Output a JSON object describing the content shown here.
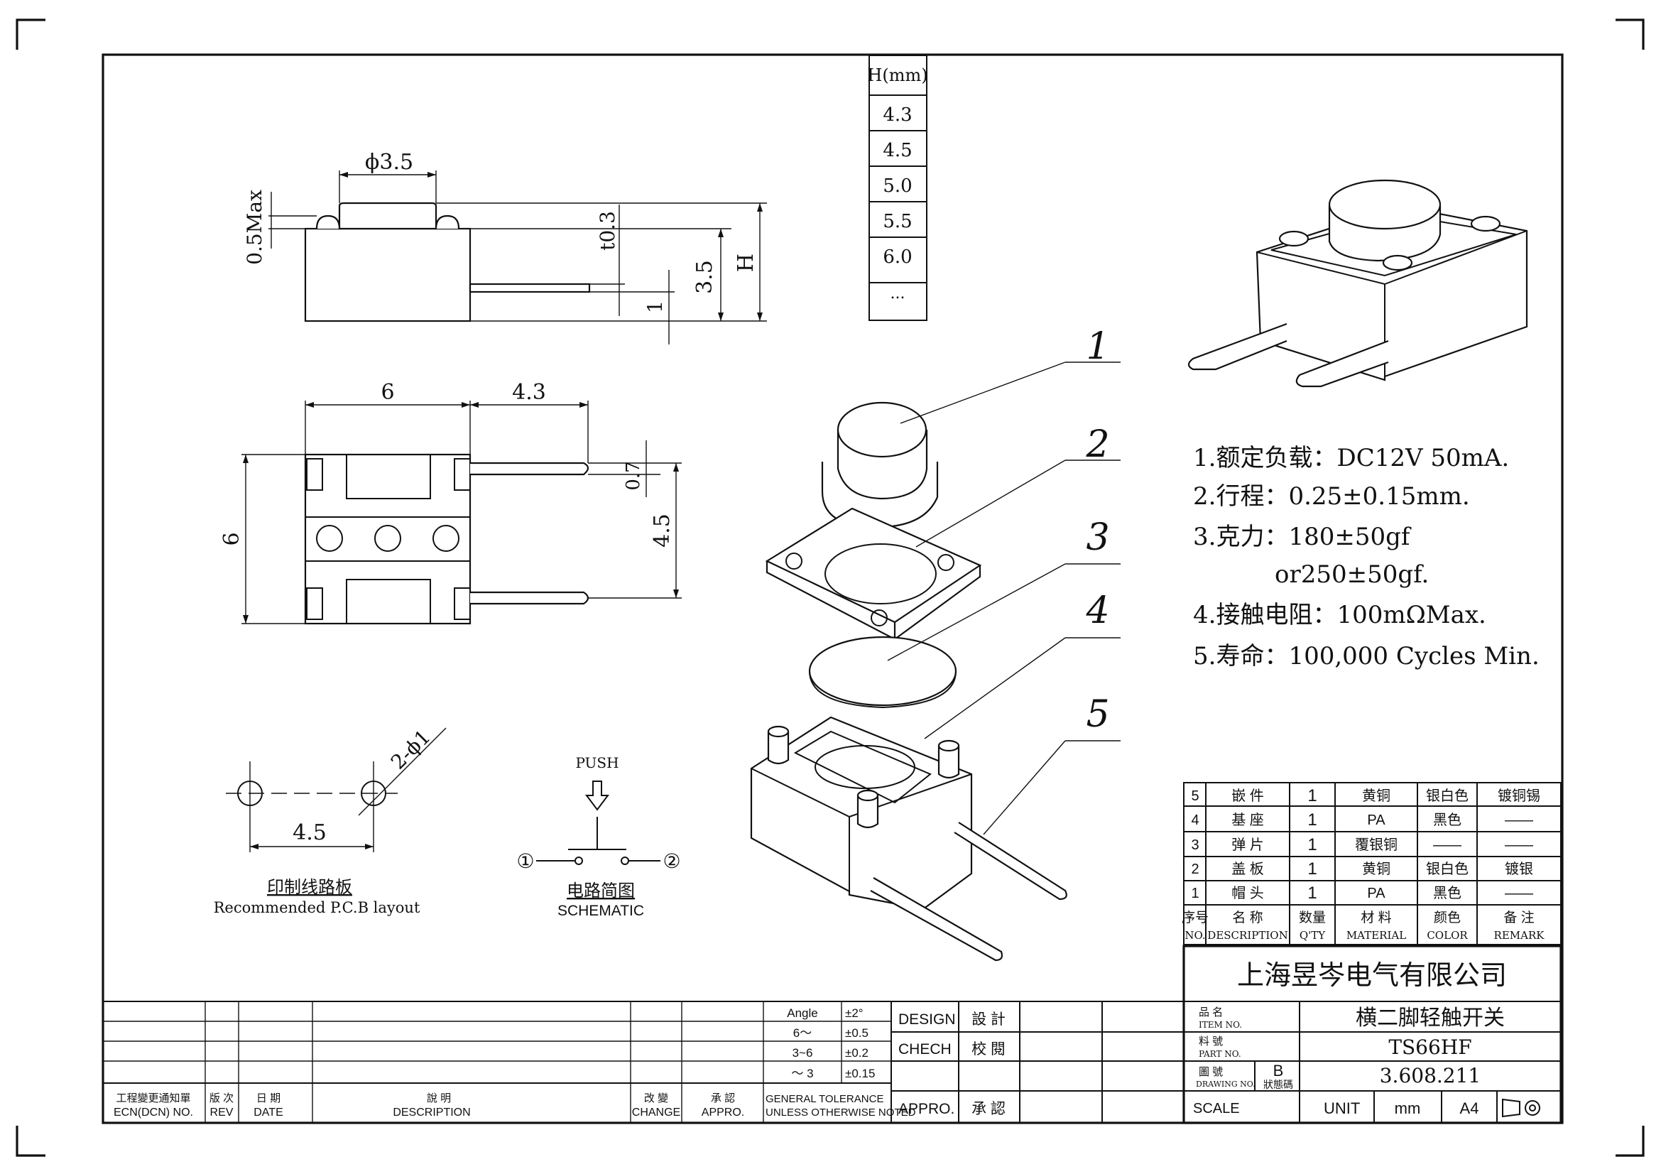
{
  "height_table": {
    "header": "H(mm)",
    "values": [
      "4.3",
      "4.5",
      "5.0",
      "5.5",
      "6.0",
      "..."
    ]
  },
  "side_view": {
    "dim_diameter": "ϕ3.5",
    "dim_max": "0.5Max",
    "dim_t": "t0.3",
    "dim_1": "1",
    "dim_35": "3.5",
    "dim_h": "H"
  },
  "top_view": {
    "dim_width": "6",
    "dim_lead": "4.3",
    "dim_height": "6",
    "dim_07": "0.7",
    "dim_45": "4.5"
  },
  "pcb_layout": {
    "dim_holes": "2-ϕ1",
    "dim_spacing": "4.5",
    "title_cn": "印制线路板",
    "title_en": "Recommended P.C.B layout"
  },
  "schematic": {
    "push": "PUSH",
    "pin1": "①",
    "pin2": "②",
    "title_cn": "电路简图",
    "title_en": "SCHEMATIC"
  },
  "explode_callouts": [
    "1",
    "2",
    "3",
    "4",
    "5"
  ],
  "specs": [
    "1.额定负载：DC12V 50mA.",
    "2.行程：0.25±0.15mm.",
    "3.克力：180±50gf",
    "or250±50gf.",
    "4.接触电阻：100mΩMax.",
    "5.寿命：100,000 Cycles Min."
  ],
  "bom": {
    "rows": [
      {
        "no": "5",
        "name": "嵌 件",
        "qty": "1",
        "material": "黄铜",
        "color": "银白色",
        "remark": "镀铜锡"
      },
      {
        "no": "4",
        "name": "基 座",
        "qty": "1",
        "material": "PA",
        "color": "黑色",
        "remark": "——"
      },
      {
        "no": "3",
        "name": "弹 片",
        "qty": "1",
        "material": "覆银铜",
        "color": "——",
        "remark": "——"
      },
      {
        "no": "2",
        "name": "盖 板",
        "qty": "1",
        "material": "黄铜",
        "color": "银白色",
        "remark": "镀银"
      },
      {
        "no": "1",
        "name": "帽 头",
        "qty": "1",
        "material": "PA",
        "color": "黑色",
        "remark": "——"
      }
    ],
    "header_cn": [
      "序号",
      "名 称",
      "数量",
      "材 料",
      "颜色",
      "备 注"
    ],
    "header_en": [
      "NO.",
      "DESCRIPTION",
      "Q'TY",
      "MATERIAL",
      "COLOR",
      "REMARK"
    ]
  },
  "title_block": {
    "company": "上海昱岑电气有限公司",
    "item_label_cn": "品 名",
    "item_label_en": "ITEM NO.",
    "item_value": "横二脚轻触开关",
    "part_label_cn": "料 號",
    "part_label_en": "PART NO.",
    "part_value": "TS66HF",
    "drawing_label_cn": "圖 號",
    "drawing_label_en": "DRAWING NO.",
    "rev_value": "B",
    "rev_label": "狀態碼",
    "drawing_value": "3.608.211",
    "scale_label": "SCALE",
    "unit_label": "UNIT",
    "unit_value": "mm",
    "size_value": "A4"
  },
  "approval_block": {
    "design_en": "DESIGN",
    "design_cn": "設 計",
    "check_en": "CHECH",
    "check_cn": "校 閱",
    "appro_en": "APPRO.",
    "appro_cn": "承 認"
  },
  "tolerance": {
    "rows": [
      [
        "Angle",
        "±2°"
      ],
      [
        "6～",
        "±0.5"
      ],
      [
        "3~6",
        "±0.2"
      ],
      [
        "～ 3",
        "±0.15"
      ]
    ],
    "label1": "GENERAL TOLERANCE",
    "label2": "UNLESS OTHERWISE NOTED"
  },
  "revision_block": {
    "ecn_cn": "工程變更通知單",
    "ecn_en": "ECN(DCN) NO.",
    "rev_cn": "版 次",
    "rev_en": "REV",
    "date_cn": "日 期",
    "date_en": "DATE",
    "desc_cn": "說 明",
    "desc_en": "DESCRIPTION",
    "change_cn": "改 變",
    "change_en": "CHANGE",
    "appro_cn": "承 認",
    "appro_en": "APPRO."
  }
}
